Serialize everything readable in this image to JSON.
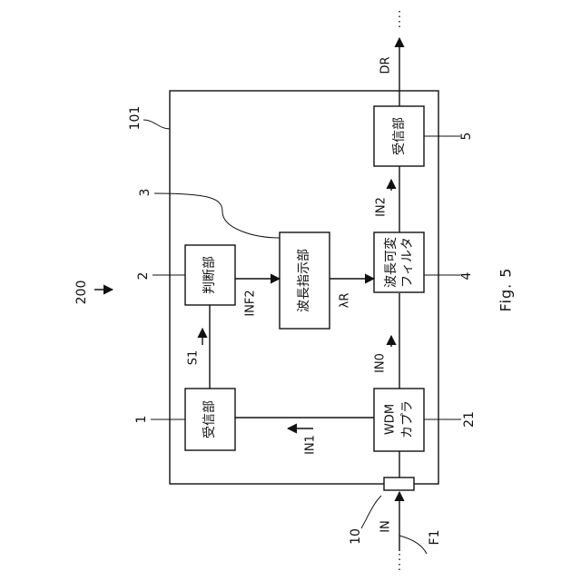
{
  "figure": "Fig. 5",
  "refs": {
    "system": "200",
    "device": "101",
    "ref_1": "1",
    "ref_2": "2",
    "ref_3": "3",
    "ref_4": "4",
    "ref_5": "5",
    "ref_10": "10",
    "ref_21": "21",
    "fiber": "F1"
  },
  "blocks": {
    "receiver_1": "受信部",
    "judgment": "判断部",
    "wavelength_instruction": "波長指示部",
    "tunable_filter_line1": "波長可変",
    "tunable_filter_line2": "フィルタ",
    "receiver_5": "受信部",
    "wdm_line1": "WDM",
    "wdm_line2": "カプラ"
  },
  "signals": {
    "in": "IN",
    "in0": "IN0",
    "in1": "IN1",
    "in2": "IN2",
    "s1": "S1",
    "inf2": "INF2",
    "lambda_r": "λR",
    "dr": "DR"
  }
}
